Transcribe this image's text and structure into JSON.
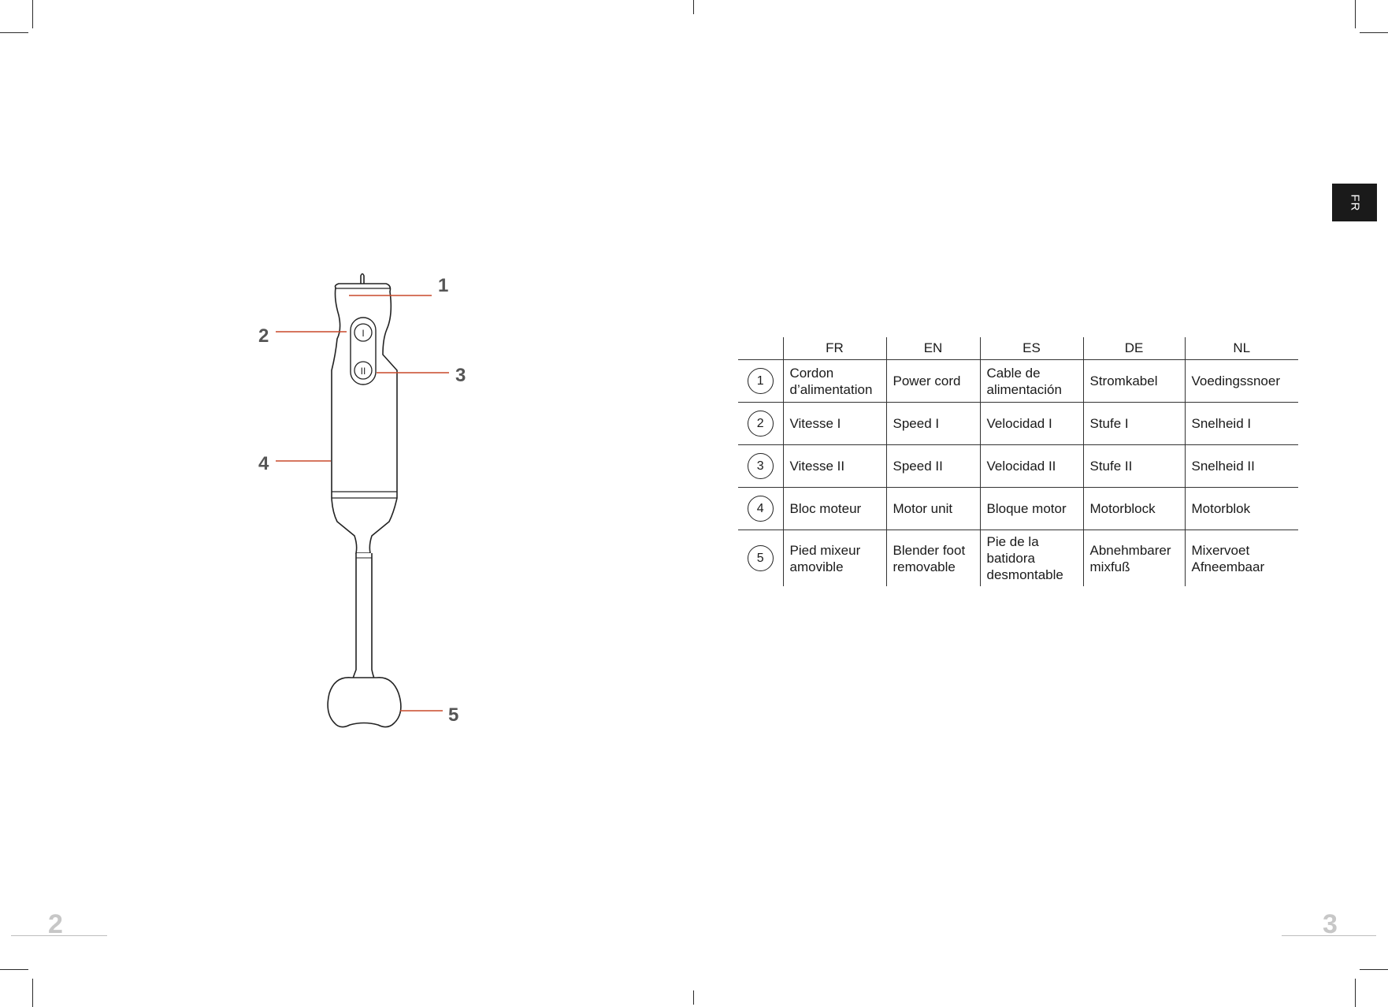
{
  "callouts": [
    "1",
    "2",
    "3",
    "4",
    "5"
  ],
  "buttons": {
    "speed1": "I",
    "speed2": "II"
  },
  "lang_tab": "FR",
  "table": {
    "headers": [
      "",
      "FR",
      "EN",
      "ES",
      "DE",
      "NL"
    ],
    "rows": [
      {
        "num": "1",
        "cells": [
          "Cordon d’alimentation",
          "Power cord",
          "Cable de alimentación",
          "Stromkabel",
          "Voedingssnoer"
        ]
      },
      {
        "num": "2",
        "cells": [
          "Vitesse I",
          "Speed I",
          "Velocidad I",
          "Stufe I",
          "Snelheid I"
        ]
      },
      {
        "num": "3",
        "cells": [
          "Vitesse II",
          "Speed II",
          "Velocidad II",
          "Stufe II",
          "Snelheid II"
        ]
      },
      {
        "num": "4",
        "cells": [
          "Bloc moteur",
          "Motor unit",
          "Bloque motor",
          "Motorblock",
          "Motorblok"
        ]
      },
      {
        "num": "5",
        "cells": [
          "Pied mixeur amovible",
          "Blender foot removable",
          "Pie de la batidora desmontable",
          "Abnehmbarer mixfuß",
          "Mixervoet Afneembaar"
        ]
      }
    ]
  },
  "page_numbers": {
    "left": "2",
    "right": "3"
  },
  "colors": {
    "callout_line": "#c8492a",
    "tab_bg": "#1a1a1a",
    "page_num": "#c7c7c7"
  }
}
